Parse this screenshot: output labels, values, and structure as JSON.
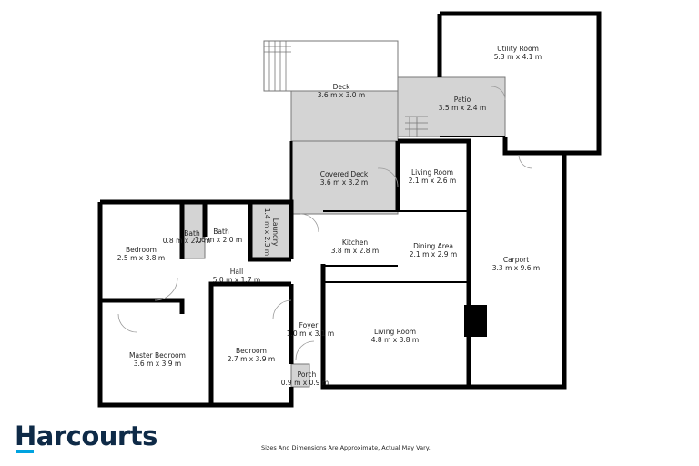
{
  "rooms": [
    {
      "name": "Utility Room",
      "dims": "5.3 m x 4.1 m"
    },
    {
      "name": "Deck",
      "dims": "3.6 m x 3.0 m"
    },
    {
      "name": "Patio",
      "dims": "3.5 m x 2.4 m"
    },
    {
      "name": "Covered Deck",
      "dims": "3.6 m x 3.2 m"
    },
    {
      "name": "Living Room",
      "dims": "2.1 m x 2.6 m"
    },
    {
      "name": "Kitchen",
      "dims": "3.8 m x 2.8 m"
    },
    {
      "name": "Dining Area",
      "dims": "2.1 m x 2.9 m"
    },
    {
      "name": "Carport",
      "dims": "3.3 m x 9.6 m"
    },
    {
      "name": "Bedroom",
      "dims": "2.5 m x 3.8 m"
    },
    {
      "name": "Bath",
      "dims": "0.8 m x 2.0 m"
    },
    {
      "name": "Bath",
      "dims": "1.6 m x 2.0 m"
    },
    {
      "name": "Laundry",
      "dims": "1.4 m x 2.3 m"
    },
    {
      "name": "Hall",
      "dims": "5.0 m x 1.7 m"
    },
    {
      "name": "Master Bedroom",
      "dims": "3.6 m x 3.9 m"
    },
    {
      "name": "Bedroom",
      "dims": "2.7 m x 3.9 m"
    },
    {
      "name": "Foyer",
      "dims": "1.0 m x 3.1 m"
    },
    {
      "name": "Living Room",
      "dims": "4.8 m x 3.8 m"
    },
    {
      "name": "Porch",
      "dims": "0.9 m x 0.9 m"
    }
  ],
  "brand": {
    "logo": "Harcourts",
    "accent": "#00a3e0",
    "color": "#0e2a47"
  },
  "disclaimer": "Sizes And Dimensions Are Approximate, Actual May Vary.",
  "colors": {
    "wall": "#000000",
    "outdoor_fill": "#d4d4d4",
    "room_fill": "#ffffff"
  }
}
